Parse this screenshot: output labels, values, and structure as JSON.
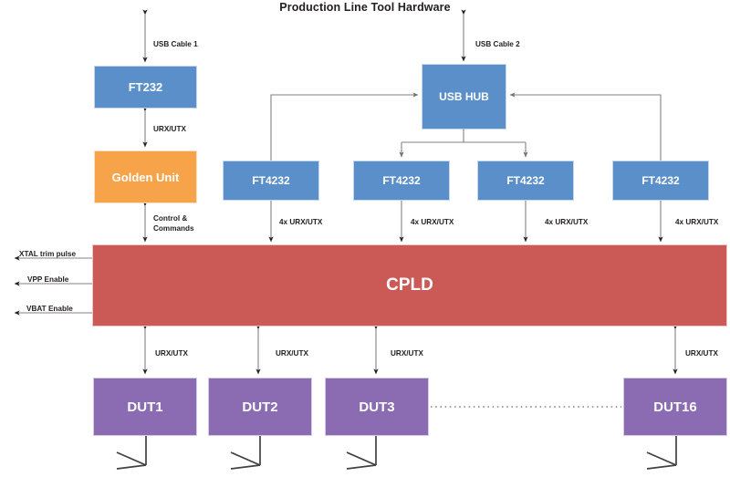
{
  "diagram": {
    "title": "Production Line Tool Hardware",
    "colors": {
      "blue": "#5b8fc9",
      "orange": "#f7a34a",
      "red": "#cb5a57",
      "purple": "#8b6bb1",
      "wire": "#808285",
      "text": "#231f20"
    },
    "nodes": {
      "ft232": "FT232",
      "golden_unit": "Golden Unit",
      "usb_hub": "USB HUB",
      "ft4232_1": "FT4232",
      "ft4232_2": "FT4232",
      "ft4232_3": "FT4232",
      "ft4232_4": "FT4232",
      "cpld": "CPLD",
      "dut1": "DUT1",
      "dut2": "DUT2",
      "dut3": "DUT3",
      "dut16": "DUT16"
    },
    "edge_labels": {
      "usb_cable_1": "USB Cable 1",
      "usb_cable_2": "USB Cable 2",
      "urx_utx_golden": "URX/UTX",
      "control_commands_line1": "Control &",
      "control_commands_line2": "Commands",
      "urx_utx_4x_1": "4x URX/UTX",
      "urx_utx_4x_2": "4x URX/UTX",
      "urx_utx_4x_3": "4x URX/UTX",
      "urx_utx_4x_4": "4x URX/UTX",
      "urx_utx_dut1": "URX/UTX",
      "urx_utx_dut2": "URX/UTX",
      "urx_utx_dut3": "URX/UTX",
      "urx_utx_dut16": "URX/UTX",
      "xtal_trim_pulse": "XTAL trim pulse",
      "vpp_enable": "VPP Enable",
      "vbat_enable": "VBAT Enable"
    }
  }
}
